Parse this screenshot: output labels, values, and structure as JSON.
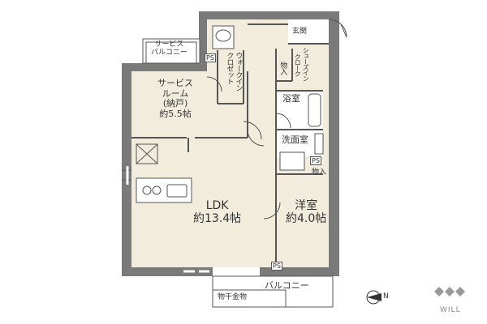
{
  "rooms": {
    "service_balcony": [
      "サービス",
      "バルコニー"
    ],
    "service_room": [
      "サービス",
      "ルーム",
      "(納戸)",
      "約5.5帖"
    ],
    "walk_in_closet": [
      "ウォークイン",
      "クロゼット"
    ],
    "entrance": "玄関",
    "storage": "物入",
    "shoes_closet": [
      "シューズイン",
      "クローク"
    ],
    "bath": "浴室",
    "washroom": "洗面室",
    "ldk": [
      "LDK",
      "約13.4帖"
    ],
    "western_room": [
      "洋室",
      "約4.0帖"
    ],
    "balcony": "バルコニー",
    "drying_hardware": "物干金物"
  },
  "ps_label": "PS",
  "compass": "N",
  "logo": "WILL",
  "colors": {
    "wall": "#7a7a7a",
    "floor": "#f1ecdc",
    "wet_area": "#ffffff",
    "line": "#555555"
  }
}
